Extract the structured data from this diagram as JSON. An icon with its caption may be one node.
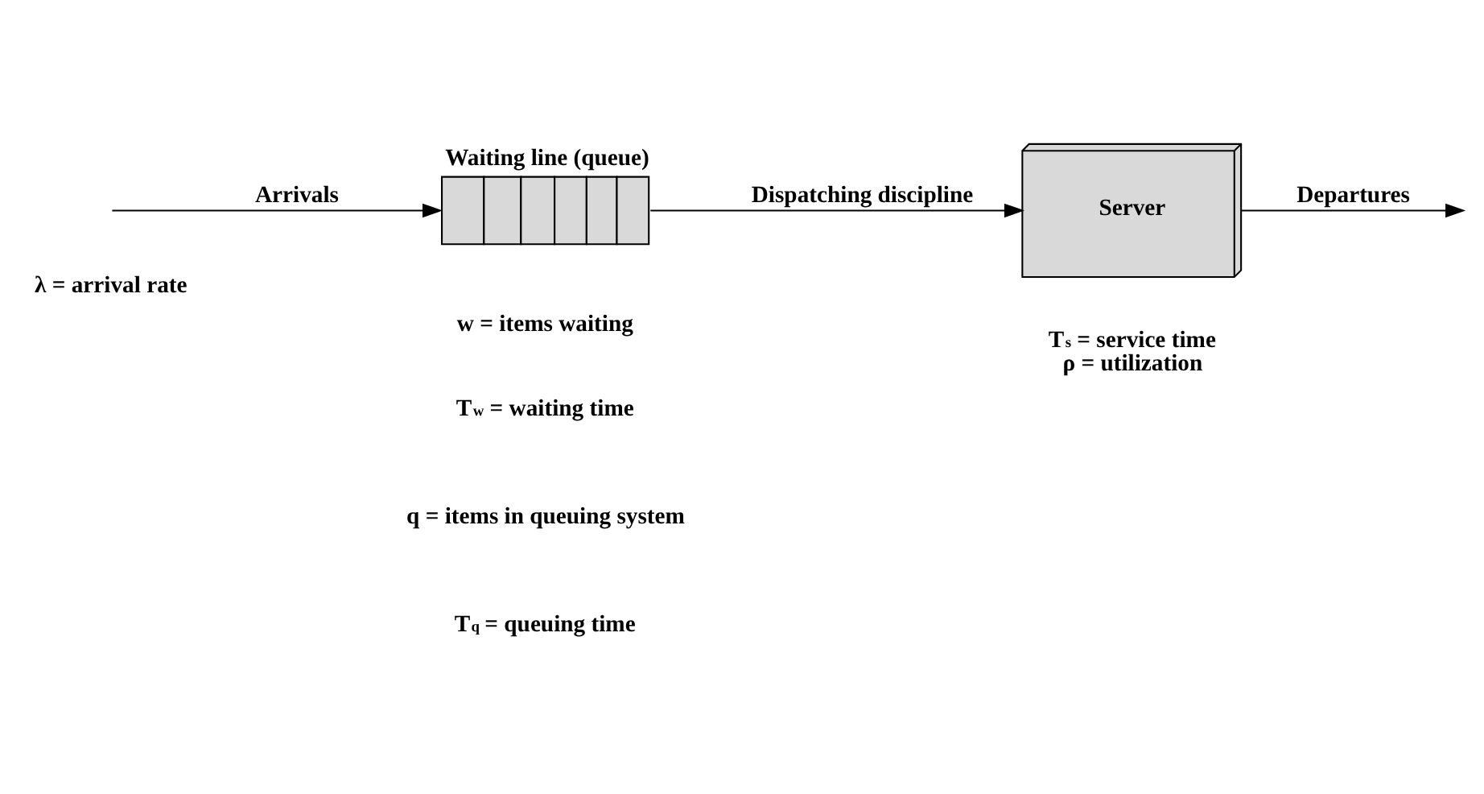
{
  "diagram": {
    "nodes": [
      {
        "text": [
          "Waiting line (queue)"
        ]
      },
      {
        "text": [
          "Server"
        ],
        "beside": [
          "T$_{s}$ = service time",
          "ρ = utilization"
        ]
      }
    ],
    "edges": [
      {
        "from": null,
        "to": 0,
        "arrow": "to",
        "label": "Arrivals"
      },
      {
        "from": 0,
        "to": 1,
        "arrow": "to",
        "label": "Dispatching discipline"
      },
      {
        "from": 1,
        "to": null,
        "arrow": "to",
        "label": "Departures"
      }
    ],
    "labels": [
      "λ = arrival rate",
      "w = items waiting",
      "T$_{w}$ = waiting time",
      "q = items in queuing system",
      "T$_{q}$ = queuing time"
    ]
  }
}
